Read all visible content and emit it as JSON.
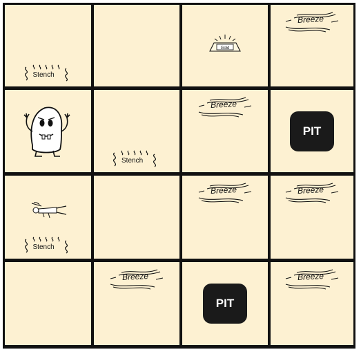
{
  "board": {
    "rows": 4,
    "cols": 4,
    "background": "#fdf1d2",
    "grid_color": "#111111"
  },
  "labels": {
    "stench": "Stench",
    "breeze": "Breeze",
    "gold": "Gold",
    "pit": "PIT"
  },
  "cells": [
    {
      "row": 1,
      "col": 1,
      "items": [
        "stench"
      ]
    },
    {
      "row": 1,
      "col": 2,
      "items": []
    },
    {
      "row": 1,
      "col": 3,
      "items": [
        "gold"
      ]
    },
    {
      "row": 1,
      "col": 4,
      "items": [
        "breeze"
      ]
    },
    {
      "row": 2,
      "col": 1,
      "items": [
        "wumpus"
      ]
    },
    {
      "row": 2,
      "col": 2,
      "items": [
        "stench"
      ]
    },
    {
      "row": 2,
      "col": 3,
      "items": [
        "breeze"
      ]
    },
    {
      "row": 2,
      "col": 4,
      "items": [
        "pit"
      ]
    },
    {
      "row": 3,
      "col": 1,
      "items": [
        "agent",
        "stench"
      ]
    },
    {
      "row": 3,
      "col": 2,
      "items": []
    },
    {
      "row": 3,
      "col": 3,
      "items": [
        "breeze"
      ]
    },
    {
      "row": 3,
      "col": 4,
      "items": [
        "breeze"
      ]
    },
    {
      "row": 4,
      "col": 1,
      "items": []
    },
    {
      "row": 4,
      "col": 2,
      "items": [
        "breeze"
      ]
    },
    {
      "row": 4,
      "col": 3,
      "items": [
        "pit"
      ]
    },
    {
      "row": 4,
      "col": 4,
      "items": [
        "breeze"
      ]
    }
  ],
  "icons": {
    "wumpus": "wumpus-monster-icon",
    "agent": "agent-lying-icon",
    "gold": "gold-bar-icon"
  }
}
